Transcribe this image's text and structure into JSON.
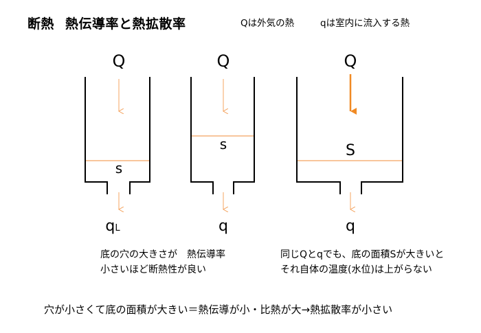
{
  "title": {
    "part1": "断熱",
    "part2": "熱伝導率と熱拡散率"
  },
  "legend": {
    "Q_note": "Qは外気の熱",
    "q_note": "qは室内に流入する熱"
  },
  "containers": [
    {
      "top_label": "Q",
      "level_label": "s",
      "bottom_label": "q",
      "bottom_subscript": "L"
    },
    {
      "top_label": "Q",
      "level_label": "s",
      "bottom_label": "q"
    },
    {
      "top_label": "Q",
      "level_label": "S",
      "bottom_label": "q"
    }
  ],
  "captions": {
    "left": [
      "底の穴の大きさが　熱伝導率",
      "小さいほど断熱性が良い"
    ],
    "right": [
      "同じQとqでも、底の面積Sが大きいと",
      "それ自体の温度(水位)は上がらない"
    ]
  },
  "summary": "穴が小さくて底の面積が大きい＝熱伝導が小・比熱が大→熱拡散率が小さい",
  "colors": {
    "water_line": "#f5b27a",
    "arrow": "#f4a460",
    "arrow_strong": "#f08a24",
    "wall": "#000000"
  }
}
